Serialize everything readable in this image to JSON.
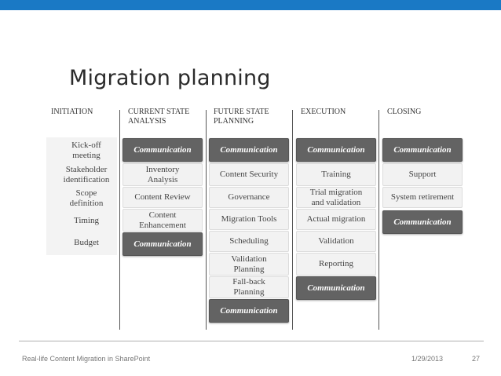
{
  "title": "Migration planning",
  "columns": [
    {
      "header": "INITIATION",
      "items": [
        {
          "label": "Kick-off\nmeeting",
          "style": "light"
        },
        {
          "label": "Stakeholder\nidentification",
          "style": "light"
        },
        {
          "label": "Scope\ndefinition",
          "style": "light"
        },
        {
          "label": "Timing",
          "style": "light"
        },
        {
          "label": "Budget",
          "style": "light"
        }
      ]
    },
    {
      "header": "CURRENT STATE\nANALYSIS",
      "items": [
        {
          "label": "Communication",
          "style": "dark"
        },
        {
          "label": "Inventory\nAnalysis",
          "style": "light"
        },
        {
          "label": "Content Review",
          "style": "light"
        },
        {
          "label": "Content\nEnhancement",
          "style": "light"
        },
        {
          "label": "Communication",
          "style": "dark"
        }
      ]
    },
    {
      "header": "FUTURE STATE\nPLANNING",
      "items": [
        {
          "label": "Communication",
          "style": "dark"
        },
        {
          "label": "Content Security",
          "style": "light"
        },
        {
          "label": "Governance",
          "style": "light"
        },
        {
          "label": "Migration Tools",
          "style": "light"
        },
        {
          "label": "Scheduling",
          "style": "light"
        },
        {
          "label": "Validation\nPlanning",
          "style": "light"
        },
        {
          "label": "Fall-back\nPlanning",
          "style": "light"
        },
        {
          "label": "Communication",
          "style": "dark"
        }
      ]
    },
    {
      "header": "EXECUTION",
      "items": [
        {
          "label": "Communication",
          "style": "dark"
        },
        {
          "label": "Training",
          "style": "light"
        },
        {
          "label": "Trial migration\nand validation",
          "style": "light"
        },
        {
          "label": "Actual migration",
          "style": "light"
        },
        {
          "label": "Validation",
          "style": "light"
        },
        {
          "label": "Reporting",
          "style": "light"
        },
        {
          "label": "Communication",
          "style": "dark"
        }
      ]
    },
    {
      "header": "CLOSING",
      "items": [
        {
          "label": "Communication",
          "style": "dark"
        },
        {
          "label": "Support",
          "style": "light"
        },
        {
          "label": "System retirement",
          "style": "light"
        },
        {
          "label": "Communication",
          "style": "dark"
        }
      ]
    }
  ],
  "footer": {
    "left": "Real-life Content Migration in SharePoint",
    "date": "1/29/2013",
    "page": "27"
  },
  "colors": {
    "accent_bar": "#1a79c5",
    "dark_box": "#636363",
    "light_box": "#f2f2f2"
  }
}
